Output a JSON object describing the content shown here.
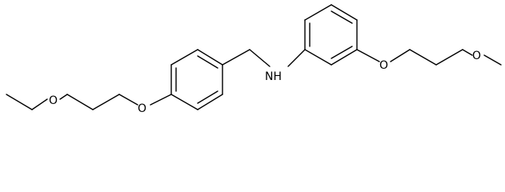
{
  "structure": {
    "atoms": [
      {
        "id": "NH",
        "text": "NH"
      },
      {
        "id": "O1",
        "text": "O"
      },
      {
        "id": "O2",
        "text": "O"
      },
      {
        "id": "O3",
        "text": "O"
      },
      {
        "id": "O4",
        "text": "O"
      }
    ]
  },
  "colors": {
    "bond": "#000000",
    "background": "#ffffff"
  }
}
